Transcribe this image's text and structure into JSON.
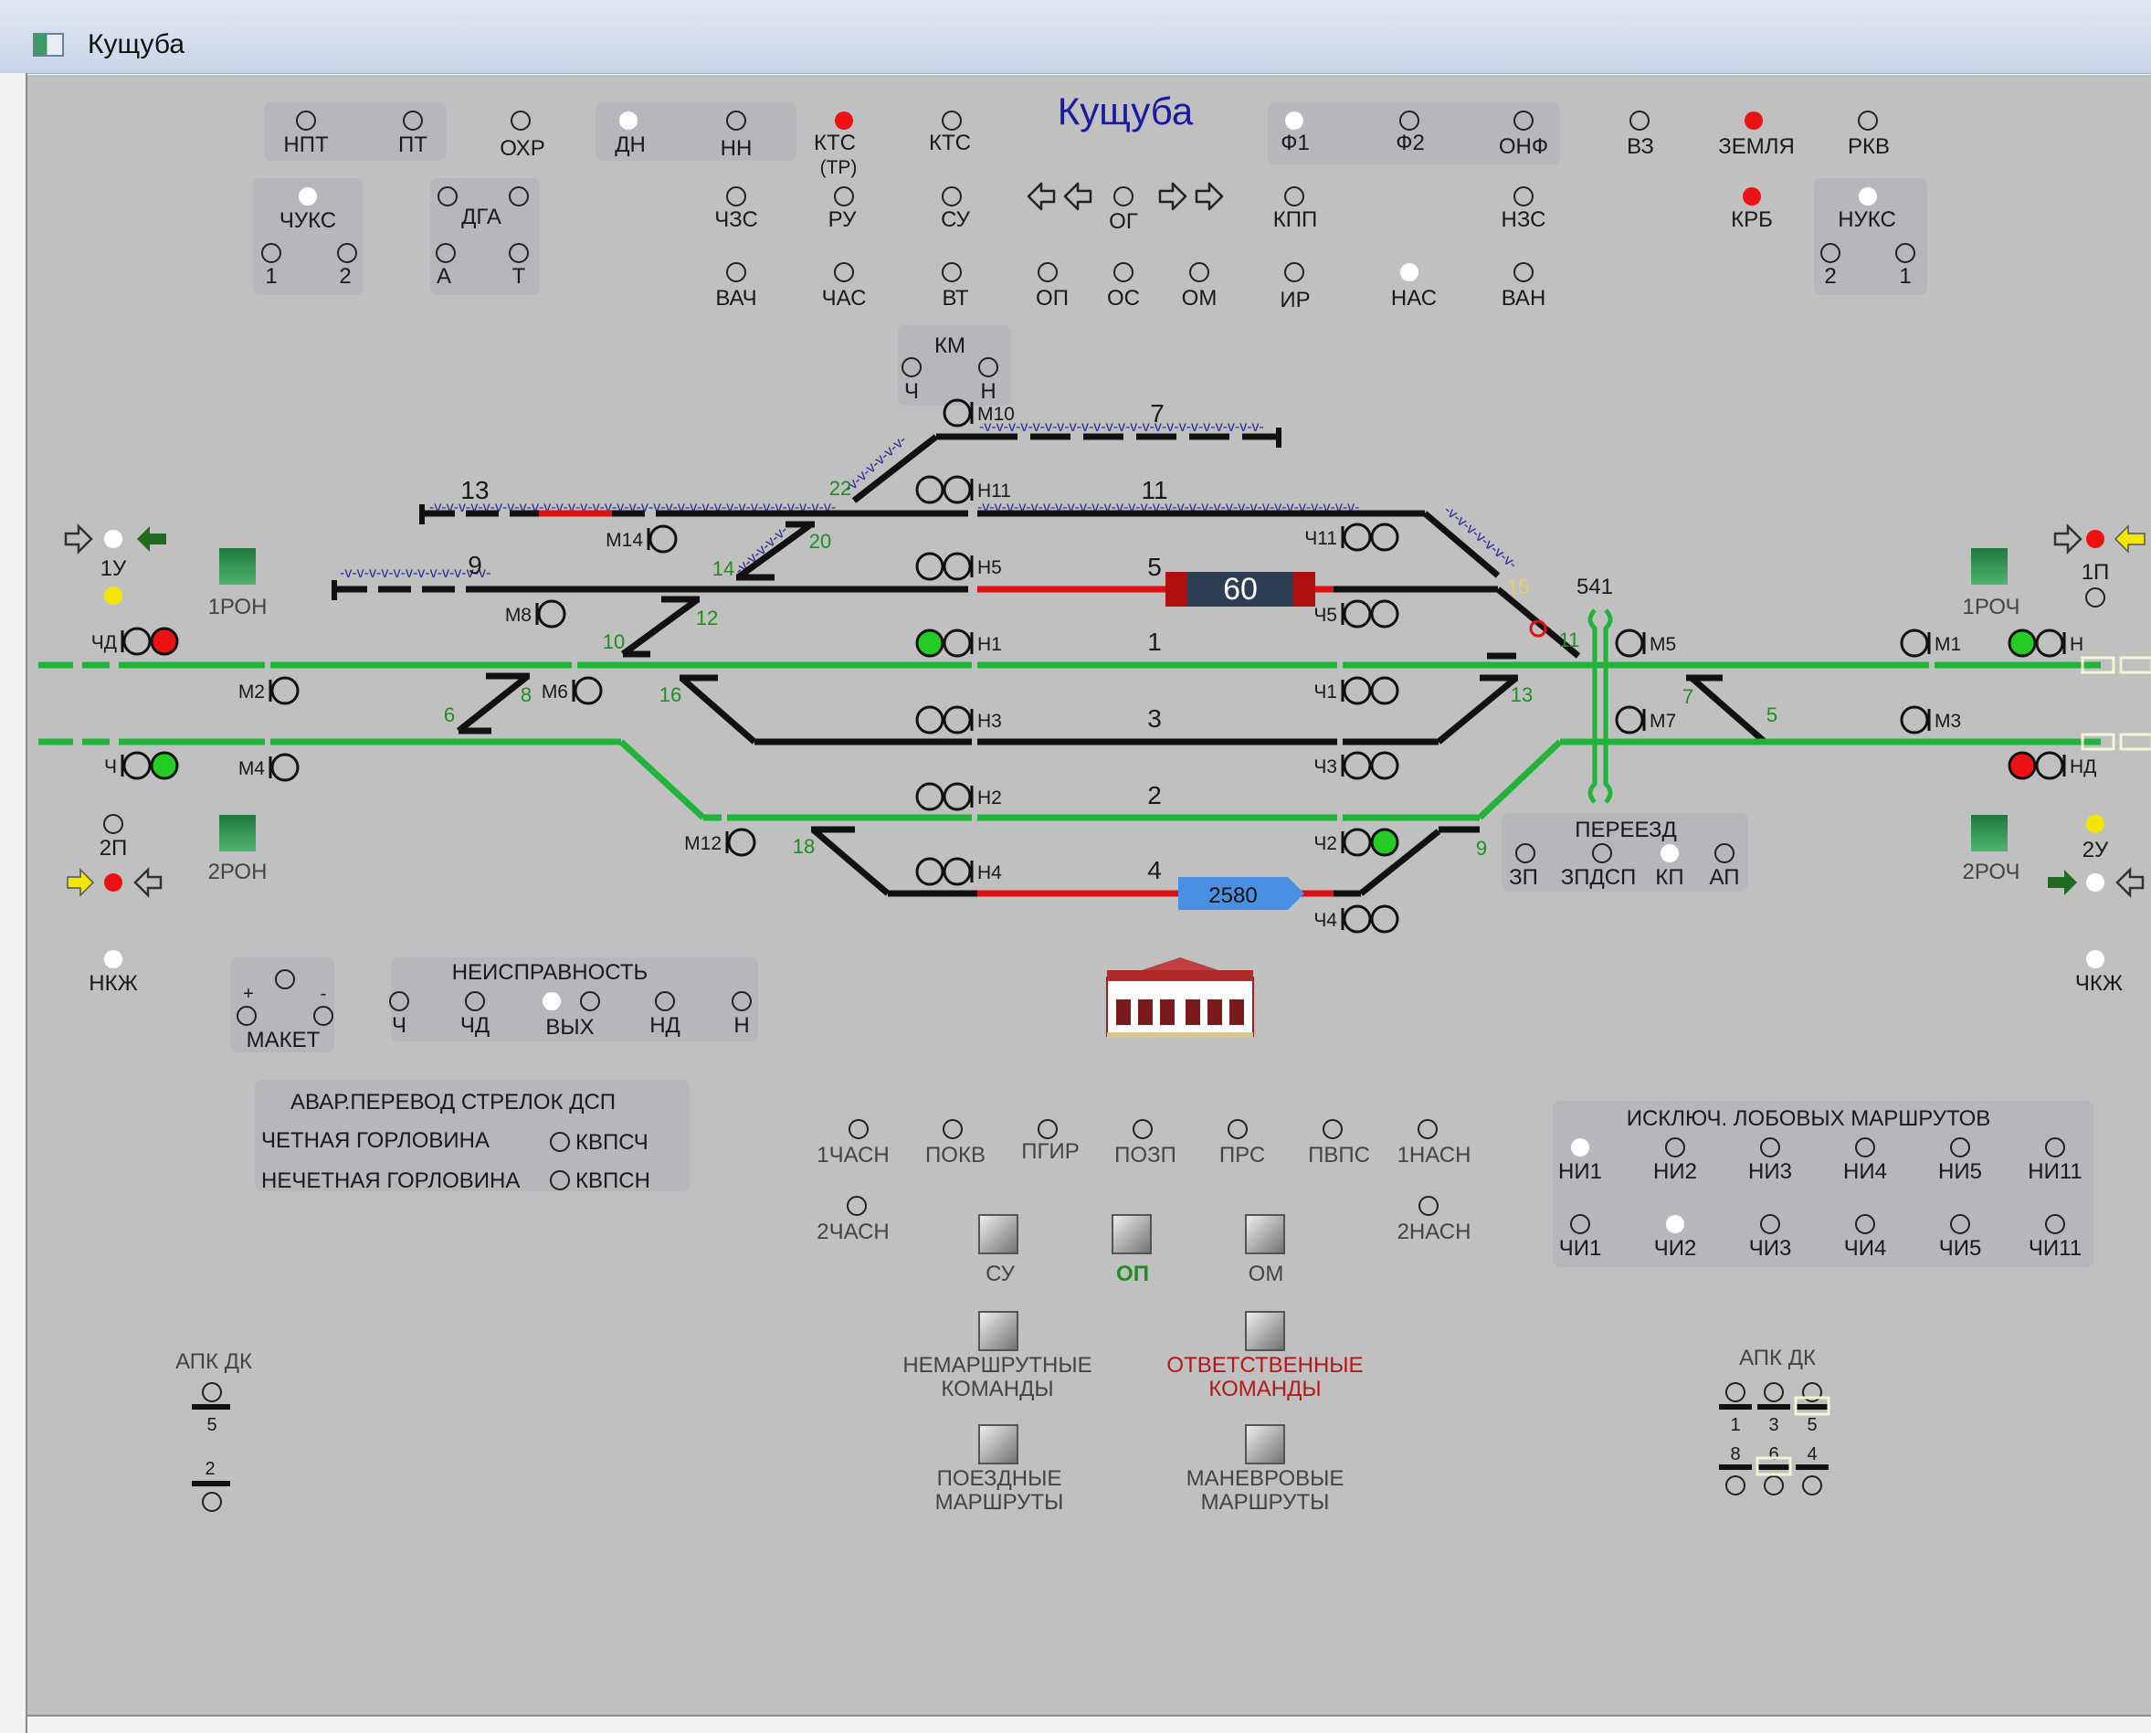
{
  "window": {
    "title": "Кущуба",
    "icon": "window-app-icon"
  },
  "station": {
    "name": "Кущуба",
    "name_color": "#1a1aa0"
  },
  "colors": {
    "panel": "#c0c0c0",
    "group_box": "#b6b6bb",
    "occupied_track": "#dd1111",
    "route_set": "#22b33a",
    "free_track": "#111111",
    "signal_green": "#22cc22",
    "signal_red": "#ee1111",
    "signal_yellow": "#f2e600",
    "lamp_white": "#ffffff",
    "train_label_bg": "#2d3d52",
    "route_label_bg": "#4a90e2",
    "dim_text": "#444444",
    "green_text": "#1f8f1f",
    "red_text": "#b01a1a"
  },
  "indicators_top": [
    {
      "label": "НПТ",
      "state": "off"
    },
    {
      "label": "ПТ",
      "state": "off"
    },
    {
      "label": "ОХР",
      "state": "off"
    },
    {
      "label": "ДН",
      "state": "white"
    },
    {
      "label": "НН",
      "state": "off"
    },
    {
      "label": "КТС",
      "sub": "(ТР)",
      "state": "red"
    },
    {
      "label": "КТС",
      "state": "off"
    },
    {
      "label": "Ф1",
      "state": "white"
    },
    {
      "label": "Ф2",
      "state": "off"
    },
    {
      "label": "ОНФ",
      "state": "off"
    },
    {
      "label": "ВЗ",
      "state": "off"
    },
    {
      "label": "ЗЕМЛЯ",
      "state": "red"
    },
    {
      "label": "РКВ",
      "state": "off"
    }
  ],
  "indicators_row2": [
    {
      "label": "ЧУКС",
      "state": "white"
    },
    {
      "label": "1",
      "state": "off"
    },
    {
      "label": "2",
      "state": "off"
    },
    {
      "label": "ДГА",
      "state": "off"
    },
    {
      "label": "А",
      "state": "off"
    },
    {
      "label": "Т",
      "state": "off"
    },
    {
      "label": "ЧЗС",
      "state": "off"
    },
    {
      "label": "РУ",
      "state": "off"
    },
    {
      "label": "СУ",
      "state": "off"
    },
    {
      "label": "ОГ",
      "state": "off"
    },
    {
      "label": "КПП",
      "state": "off"
    },
    {
      "label": "НЗС",
      "state": "off"
    },
    {
      "label": "КРБ",
      "state": "red"
    },
    {
      "label": "НУКС",
      "state": "white"
    },
    {
      "label": "2",
      "state": "off"
    },
    {
      "label": "1",
      "state": "off"
    }
  ],
  "indicators_row3": [
    {
      "label": "ВАЧ",
      "state": "off"
    },
    {
      "label": "ЧАС",
      "state": "off"
    },
    {
      "label": "ВТ",
      "state": "off"
    },
    {
      "label": "ОП",
      "state": "off"
    },
    {
      "label": "ОС",
      "state": "off"
    },
    {
      "label": "ОМ",
      "state": "off"
    },
    {
      "label": "ИР",
      "state": "off"
    },
    {
      "label": "НАС",
      "state": "white"
    },
    {
      "label": "ВАН",
      "state": "off"
    }
  ],
  "km_group": {
    "title": "КМ",
    "left": "Ч",
    "right": "Н"
  },
  "tracks": {
    "labels": [
      "7",
      "11",
      "13",
      "9",
      "5",
      "1",
      "3",
      "2",
      "4"
    ],
    "train_number": "60",
    "route_number": "2580",
    "crossing_number": "541"
  },
  "signal_labels": {
    "odd_side": [
      "М10",
      "Н11",
      "Н5",
      "Н1",
      "Н3",
      "Н2",
      "Н4",
      "М14",
      "М8",
      "М6",
      "М12",
      "М2",
      "М4",
      "ЧД",
      "Ч"
    ],
    "even_side": [
      "Ч11",
      "Ч5",
      "Ч1",
      "Ч3",
      "Ч2",
      "Ч4",
      "М5",
      "М7",
      "М1",
      "М3",
      "Н",
      "НД"
    ]
  },
  "switch_numbers": [
    "22",
    "20",
    "14",
    "12",
    "10",
    "8",
    "6",
    "16",
    "18",
    "15",
    "11",
    "13",
    "9",
    "7",
    "5"
  ],
  "approach": {
    "left": {
      "u1": "1У",
      "p2": "2П",
      "ron1": "1РОН",
      "ron2": "2РОН",
      "nkzh": "НКЖ"
    },
    "right": {
      "p1": "1П",
      "u2": "2У",
      "roch1": "1РОЧ",
      "roch2": "2РОЧ",
      "chkzh": "ЧКЖ"
    }
  },
  "crossing": {
    "title": "ПЕРЕЕЗД",
    "items": [
      "ЗП",
      "ЗПДСП",
      "КП",
      "АП"
    ],
    "states": [
      "off",
      "off",
      "white",
      "off"
    ]
  },
  "maket": {
    "label": "МАКЕТ",
    "plus": "+",
    "minus": "-"
  },
  "fault": {
    "title": "НЕИСПРАВНОСТЬ",
    "items": [
      "Ч",
      "ЧД",
      "ВЫХ",
      "НД",
      "Н"
    ],
    "states": [
      "off",
      "off",
      "white",
      "off",
      "off",
      "off"
    ]
  },
  "avar": {
    "title": "АВАР.ПЕРЕВОД СТРЕЛОК ДСП",
    "even_label": "ЧЕТНАЯ ГОРЛОВИНА",
    "even_key": "КВПСЧ",
    "odd_label": "НЕЧЕТНАЯ ГОРЛОВИНА",
    "odd_key": "КВПСН"
  },
  "bottom_indicators": [
    {
      "label": "1ЧАСН"
    },
    {
      "label": "ПОКВ"
    },
    {
      "label": "ПГИР"
    },
    {
      "label": "ПОЗП"
    },
    {
      "label": "ПРС"
    },
    {
      "label": "ПВПС"
    },
    {
      "label": "1НАСН"
    },
    {
      "label": "2ЧАСН"
    },
    {
      "label": "2НАСН"
    }
  ],
  "buttons": {
    "su": "СУ",
    "op": "ОП",
    "om": "ОМ",
    "nonroute_l1": "НЕМАРШРУТНЫЕ",
    "nonroute_l2": "КОМАНДЫ",
    "resp_l1": "ОТВЕТСТВЕННЫЕ",
    "resp_l2": "КОМАНДЫ",
    "train_l1": "ПОЕЗДНЫЕ",
    "train_l2": "МАРШРУТЫ",
    "shunt_l1": "МАНЕВРОВЫЕ",
    "shunt_l2": "МАРШРУТЫ"
  },
  "exclusion": {
    "title": "ИСКЛЮЧ. ЛОБОВЫХ МАРШРУТОВ",
    "row1": [
      "НИ1",
      "НИ2",
      "НИ3",
      "НИ4",
      "НИ5",
      "НИ11"
    ],
    "row1_states": [
      "white",
      "off",
      "off",
      "off",
      "off",
      "off"
    ],
    "row2": [
      "ЧИ1",
      "ЧИ2",
      "ЧИ3",
      "ЧИ4",
      "ЧИ5",
      "ЧИ11"
    ],
    "row2_states": [
      "off",
      "white",
      "off",
      "off",
      "off",
      "off"
    ]
  },
  "apk_left": {
    "title": "АПК ДК",
    "top_num": "5",
    "bottom_num": "2"
  },
  "apk_right": {
    "title": "АПК ДК",
    "top": [
      "1",
      "3",
      "5"
    ],
    "bottom": [
      "8",
      "6",
      "4"
    ]
  }
}
